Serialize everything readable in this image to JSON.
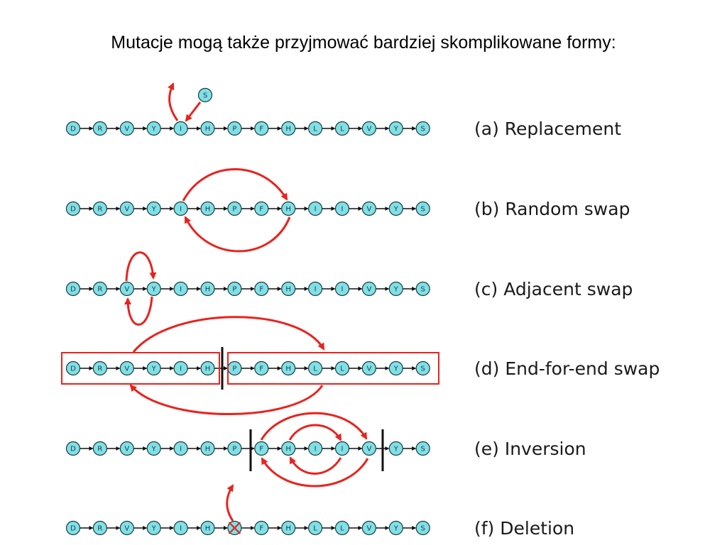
{
  "title": "Mutacje mogą także przyjmować bardziej skomplikowane formy:",
  "colors": {
    "node_fill": "#7fe0e8",
    "node_stroke": "#1f3a3a",
    "arrow": "#e8231e",
    "chain_link": "#111111"
  },
  "inserted_node": "S",
  "rows": [
    {
      "label": "(a) Replacement",
      "nodes": [
        "D",
        "R",
        "V",
        "Y",
        "I",
        "H",
        "P",
        "F",
        "H",
        "L",
        "L",
        "V",
        "Y",
        "S"
      ]
    },
    {
      "label": "(b) Random swap",
      "nodes": [
        "D",
        "R",
        "V",
        "Y",
        "I",
        "H",
        "P",
        "F",
        "H",
        "I",
        "I",
        "V",
        "Y",
        "S"
      ]
    },
    {
      "label": "(c) Adjacent swap",
      "nodes": [
        "D",
        "R",
        "V",
        "Y",
        "I",
        "H",
        "P",
        "F",
        "H",
        "I",
        "I",
        "V",
        "Y",
        "S"
      ]
    },
    {
      "label": "(d) End-for-end swap",
      "nodes": [
        "D",
        "R",
        "V",
        "Y",
        "I",
        "H",
        "P",
        "F",
        "H",
        "L",
        "L",
        "V",
        "Y",
        "S"
      ]
    },
    {
      "label": "(e) Inversion",
      "nodes": [
        "D",
        "R",
        "V",
        "Y",
        "I",
        "H",
        "P",
        "F",
        "H",
        "I",
        "I",
        "V",
        "Y",
        "S"
      ]
    },
    {
      "label": "(f) Deletion",
      "nodes": [
        "D",
        "R",
        "V",
        "Y",
        "I",
        "H",
        "X",
        "F",
        "H",
        "L",
        "L",
        "V",
        "Y",
        "S"
      ]
    }
  ]
}
